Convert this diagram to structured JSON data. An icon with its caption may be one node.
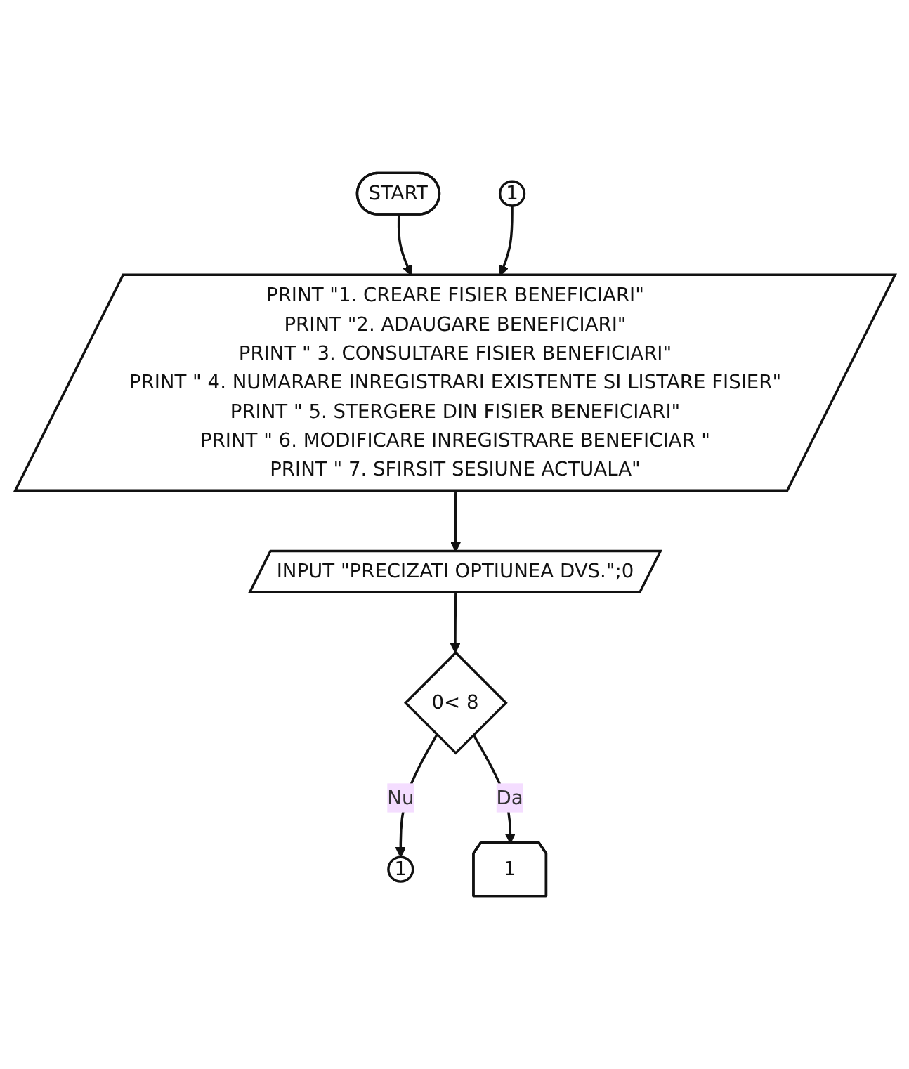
{
  "diagram": {
    "nodes": [
      {
        "text": [
          "START"
        ]
      },
      {
        "text": [
          "1"
        ]
      },
      {
        "text": [
          "PRINT \"1. CREARE FISIER BENEFICIARI\"",
          "PRINT \"2. ADAUGARE BENEFICIARI\"",
          "PRINT \" 3. CONSULTARE FISIER BENEFICIARI\"",
          "PRINT \" 4. NUMARARE INREGISTRARI EXISTENTE SI LISTARE FISIER\"",
          "PRINT \" 5. STERGERE DIN FISIER BENEFICIARI\"",
          "PRINT \" 6. MODIFICARE INREGISTRARE BENEFICIAR \"",
          "PRINT \" 7. SFIRSIT SESIUNE ACTUALA\""
        ]
      },
      {
        "text": [
          "INPUT \"PRECIZATI OPTIUNEA DVS.\";0"
        ]
      },
      {
        "text": [
          "0< 8"
        ]
      },
      {
        "text": [
          "1"
        ]
      },
      {
        "text": [
          "1"
        ]
      }
    ],
    "edges": [
      {
        "from": 0,
        "to": 2,
        "arrow": "to"
      },
      {
        "from": 1,
        "to": 2,
        "arrow": "to"
      },
      {
        "from": 2,
        "to": 3,
        "arrow": "to"
      },
      {
        "from": 3,
        "to": 4,
        "arrow": "to"
      },
      {
        "from": 4,
        "to": 5,
        "label": "Nu",
        "arrow": "to"
      },
      {
        "from": 4,
        "to": 6,
        "label": "Da",
        "arrow": "to"
      }
    ]
  }
}
